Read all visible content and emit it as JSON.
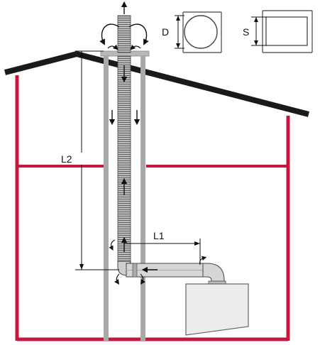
{
  "labels": {
    "d": "D",
    "s": "S",
    "l1": "L1",
    "l2": "L2"
  },
  "colors": {
    "house_wall": "#c8173e",
    "roof": "#1a1a1a",
    "chimney": "#a9a9a9",
    "pipe": "#cfcfcf",
    "line": "#111111"
  },
  "icons": [
    "arrow-up-icon",
    "arrow-down-icon",
    "arrow-left-icon",
    "airflow-curve-icon"
  ]
}
